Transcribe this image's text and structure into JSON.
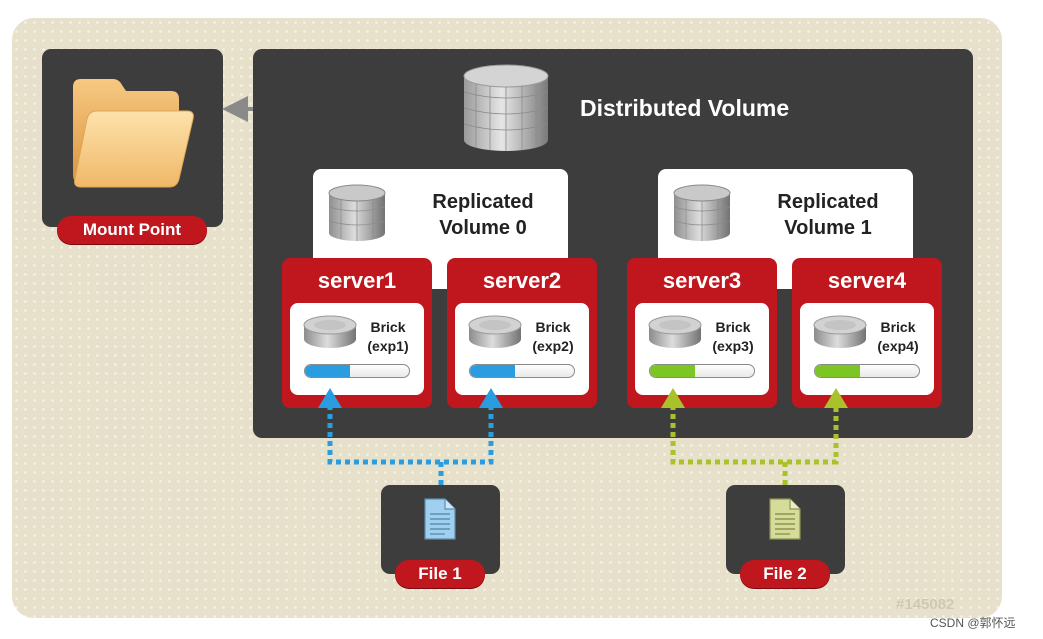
{
  "mount_point": {
    "label": "Mount Point",
    "icon": "folder-icon"
  },
  "distributed_volume": {
    "title": "Distributed Volume",
    "icon": "storage-cylinder-icon"
  },
  "replicated_volumes": [
    {
      "title_line1": "Replicated",
      "title_line2": "Volume 0"
    },
    {
      "title_line1": "Replicated",
      "title_line2": "Volume 1"
    }
  ],
  "servers": [
    {
      "name": "server1",
      "brick_line1": "Brick",
      "brick_line2": "(exp1)",
      "fill_color": "#2a9de0",
      "fill_fraction": 0.43
    },
    {
      "name": "server2",
      "brick_line1": "Brick",
      "brick_line2": "(exp2)",
      "fill_color": "#2a9de0",
      "fill_fraction": 0.43
    },
    {
      "name": "server3",
      "brick_line1": "Brick",
      "brick_line2": "(exp3)",
      "fill_color": "#7cc624",
      "fill_fraction": 0.43
    },
    {
      "name": "server4",
      "brick_line1": "Brick",
      "brick_line2": "(exp4)",
      "fill_color": "#7cc624",
      "fill_fraction": 0.43
    }
  ],
  "files": [
    {
      "label": "File 1",
      "icon": "document-icon",
      "color": "#9fd0ef",
      "arrow_color": "#2a9de0"
    },
    {
      "label": "File 2",
      "icon": "document-icon",
      "color": "#d5dc9a",
      "arrow_color": "#a9c12a"
    }
  ],
  "colors": {
    "accent_red": "#c0171f",
    "panel_dark": "#3d3d3d",
    "background": "#e7e0cb"
  },
  "watermark": "#145082",
  "credit": "CSDN @郭怀远"
}
